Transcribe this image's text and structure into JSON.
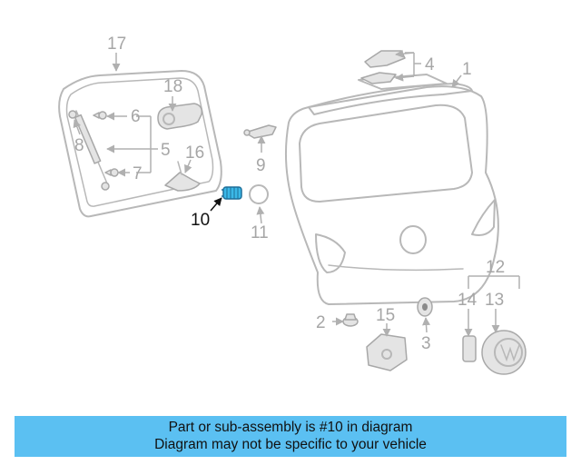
{
  "callouts": {
    "c1": "1",
    "c2": "2",
    "c3": "3",
    "c4": "4",
    "c5": "5",
    "c6": "6",
    "c7": "7",
    "c8": "8",
    "c9": "9",
    "c10": "10",
    "c11": "11",
    "c12": "12",
    "c13": "13",
    "c14": "14",
    "c15": "15",
    "c16": "16",
    "c17": "17",
    "c18": "18"
  },
  "highlight": {
    "part": "10",
    "color": "#3bb8e8"
  },
  "banner": {
    "line1": "Part or sub-assembly is #10 in diagram",
    "line2": "Diagram may not be specific to your vehicle",
    "background": "#5bc0f2"
  }
}
